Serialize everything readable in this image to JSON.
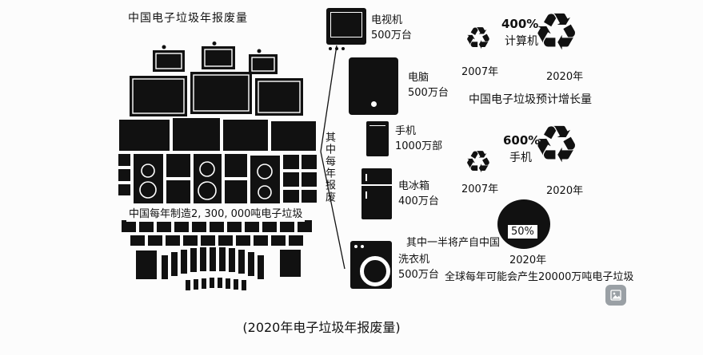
{
  "page": {
    "caption": "(2020年电子垃圾年报废量)"
  },
  "icons": {
    "recycle": "♻"
  },
  "pile": {
    "title": "中国电子垃圾年报废量",
    "annotation": "中国每年制造2, 300, 000吨电子垃圾"
  },
  "scrapped": {
    "bracket_label": "其中每年报废",
    "items": [
      {
        "name": "电视机",
        "amount": "500万台"
      },
      {
        "name": "电脑",
        "amount": "500万台"
      },
      {
        "name": "手机",
        "amount": "1000万部"
      },
      {
        "name": "电冰箱",
        "amount": "400万台"
      },
      {
        "name": "洗衣机",
        "amount": "500万台"
      }
    ]
  },
  "growth": {
    "caption": "中国电子垃圾预计增长量",
    "groups": [
      {
        "percent": "400%",
        "category": "计算机",
        "from_year": "2007年",
        "to_year": "2020年"
      },
      {
        "percent": "600%",
        "category": "手机",
        "from_year": "2007年",
        "to_year": "2020年"
      }
    ]
  },
  "global_forecast": {
    "share_label": "50%",
    "share_note": "其中一半将产自中国",
    "year": "2020年",
    "total_note": "全球每年可能会产生20000万吨电子垃圾"
  }
}
